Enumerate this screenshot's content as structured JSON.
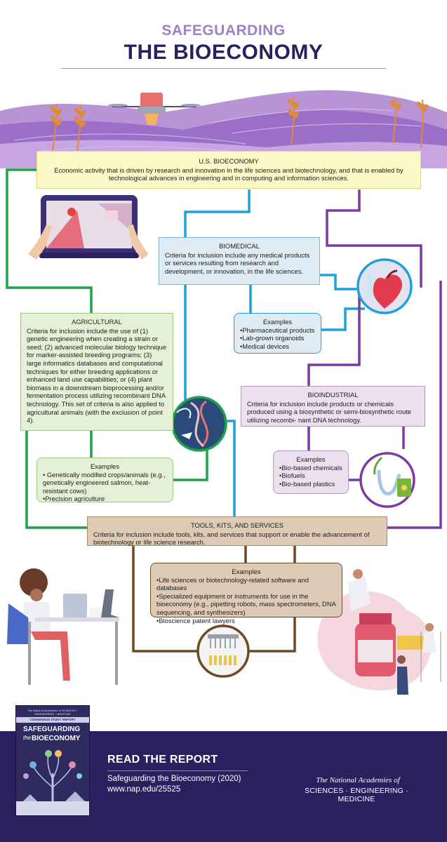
{
  "header": {
    "title_top": "SAFEGUARDING",
    "title_main": "THE BIOECONOMY"
  },
  "us_bioeconomy": {
    "heading": "U.S. BIOECONOMY",
    "text": "Economic activity that is driven by research and innovation in the life sciences and biotechnology, and that is enabled by technological advances in engineering and in computing and information sciences."
  },
  "biomedical": {
    "heading": "BIOMEDICAL",
    "text": "Criteria for inclusion include any medical products or services resulting from research and development, or innovation, in the life sciences.",
    "examples_heading": "Examples",
    "examples": [
      "•Pharmaceutical products",
      "•Lab-grown organoids",
      "•Medical devices"
    ]
  },
  "agricultural": {
    "heading": "AGRICULTURAL",
    "text": "Criteria for inclusion include the use of (1) genetic engineering when creating a strain or seed; (2) advanced molecular biology technique for marker-assisted breeding programs; (3) large informatics databases and computational techniques for either breeding applications or enhanced land use capabilities; or (4) plant biomass in a downstream bioprocessing and/or fermentation process utilizing recombinant DNA technology. This set of criteria is also applied to agricultural animals (with the exclusion of point 4).",
    "examples_heading": "Examples",
    "examples": [
      "• Genetically modified crops/animals (e.g., genetically engineered salmon, heat-resistant cows)",
      "•Precision agriculture"
    ]
  },
  "bioindustrial": {
    "heading": "BIOINDUSTRIAL",
    "text": "Criteria for inclusion include products or chemicals produced using a biosynthetic or semi-biosynthetic route utilizing recombi- nant DNA technology.",
    "examples_heading": "Examples",
    "examples": [
      "•Bio-based chemicals",
      "•Biofuels",
      "•Bio-based plastics"
    ]
  },
  "tools": {
    "heading": "TOOLS, KITS, AND SERVICES",
    "text": "Criteria for inclusion include tools, kits, and services that support or enable the advancement of biotechnology or life science research.",
    "examples_heading": "Examples",
    "examples": [
      "•Life sciences or biotechnology-related software and databases",
      "•Specialized equipment or instruments for use in the bioeconomy (e.g., pipetting robots, mass spectrometers, DNA sequencing, and synthesizers)",
      "•Bioscience patent lawyers"
    ]
  },
  "footer": {
    "read_title": "READ THE REPORT",
    "report_name": "Safeguarding the Bioeconomy (2020)",
    "url": "www.nap.edu/25525",
    "nas_line1": "The National Academies of",
    "nas_line2": "SCIENCES · ENGINEERING · MEDICINE",
    "cover_top": "The National Academies of SCIENCES · ENGINEERING · MEDICINE",
    "cover_band": "CONSENSUS STUDY REPORT",
    "cover_title_1": "SAFEGUARDING",
    "cover_title_2": "the",
    "cover_title_3": "BIOECONOMY"
  },
  "colors": {
    "title_top": "#a07fc6",
    "title_main": "#2a1f5f",
    "us_fill": "#fdf8c8",
    "us_border": "#e4d67a",
    "biomedical_fill": "#deebf4",
    "biomedical_line": "#1fa0d8",
    "agricultural_fill": "#e4f1d6",
    "agricultural_line": "#1ea34a",
    "bioindustrial_fill": "#ece0f0",
    "bioindustrial_line": "#7c3aa0",
    "tools_fill": "#ddcbb6",
    "tools_line": "#6e4a22",
    "footer_bg": "#2a1f5f"
  }
}
